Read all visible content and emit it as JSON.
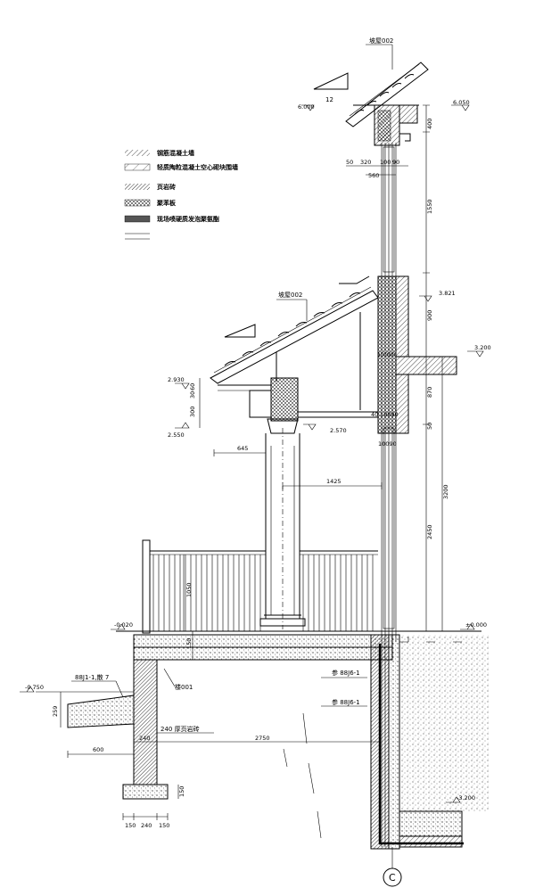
{
  "legend": [
    {
      "label": "钢筋混凝土墙",
      "pattern": "hatch-diag"
    },
    {
      "label": "轻质陶粒混凝土空心砌块围墙",
      "pattern": "hatch-light"
    },
    {
      "label": "页岩砖",
      "pattern": "hatch-dense"
    },
    {
      "label": "聚苯板",
      "pattern": "cross"
    },
    {
      "label": "现场喷硬质发泡聚氨酯",
      "pattern": "solid-gray"
    },
    {
      "label": "",
      "pattern": "double-line"
    }
  ],
  "annotations": {
    "roof_top": "坡屋002",
    "roof_mid": "坡屋002",
    "floor_note": "楼001",
    "wall_note": "240 厚页岩砖",
    "ref1": "参 88J6-1",
    "ref2": "参 88J6-1",
    "ref3": "88J1-1,散 7",
    "grid_axis": "C",
    "slope_label": "12"
  },
  "elevations": {
    "e1": "6.000",
    "e2": "6.050",
    "e3": "3.821",
    "e4": "3.200",
    "e5": "2.930",
    "e6": "2.550",
    "e7": "2.570",
    "e8": "±0.000",
    "e9": "-0.020",
    "e10": "-0.750",
    "e11": "-3.200"
  },
  "dimensions": {
    "d320": "320",
    "d560": "560",
    "d50": "50",
    "d100": "100",
    "d90": "90",
    "d400": "400",
    "d1550": "1550",
    "d900": "900",
    "d870": "870",
    "d3200": "3200",
    "d2450": "2450",
    "d1425": "1425",
    "d645": "645",
    "d300": "300",
    "d60": "60",
    "d30": "30",
    "d1050": "1050",
    "d150a": "150",
    "d600": "600",
    "d2750": "2750",
    "d240": "240",
    "d240b": "240",
    "d150b": "150",
    "d150c": "150",
    "d150d": "150",
    "d259": "259",
    "d40": "40",
    "d10090": "10090"
  }
}
